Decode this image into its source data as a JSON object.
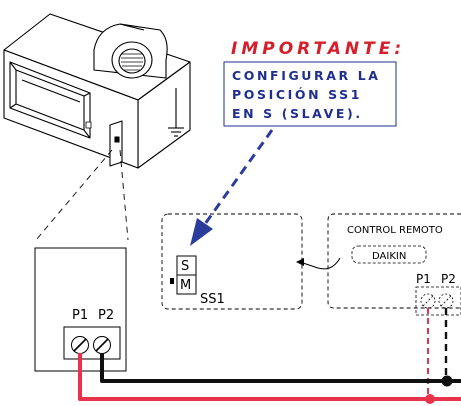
{
  "notice": {
    "title": "IMPORTANTE:",
    "lines": [
      "CONFIGURAR LA",
      "POSICIÓN SS1",
      "EN S (SLAVE)."
    ]
  },
  "switch": {
    "top_label": "S",
    "bottom_label": "M",
    "name": "SS1"
  },
  "indoor_unit": {
    "terminal_p1": "P1",
    "terminal_p2": "P2"
  },
  "remote": {
    "title": "CONTROL REMOTO",
    "brand": "DAIKIN",
    "terminal_p1": "P1",
    "terminal_p2": "P2"
  },
  "colors": {
    "notice_title": "#d4202c",
    "notice_text": "#1f2f8f",
    "arrow": "#2b3d9a",
    "wire_red": "#e8334a",
    "wire_black": "#111111"
  }
}
